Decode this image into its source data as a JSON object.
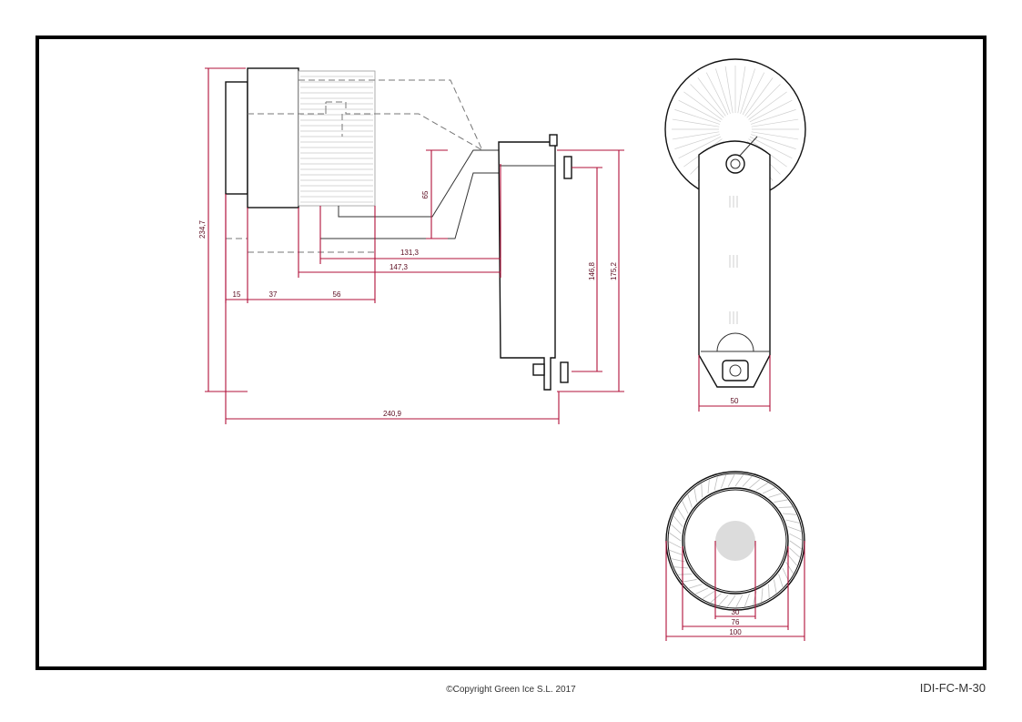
{
  "drawing": {
    "copyright": "©Copyright Green Ice S.L. 2017",
    "code": "IDI-FC-M-30"
  },
  "dimensions": {
    "side": {
      "d234_7": "234,7",
      "d65": "65",
      "d131_3": "131,3",
      "d147_3": "147,3",
      "d15": "15",
      "d37": "37",
      "d56": "56",
      "d146_8": "146,8",
      "d175_2": "175,2",
      "d240_9": "240,9"
    },
    "back": {
      "d50": "50"
    },
    "front": {
      "d30": "30",
      "d76": "76",
      "d100": "100"
    }
  },
  "colors": {
    "dimension": "#b0103a",
    "outline": "#111111",
    "hidden": "#777777"
  }
}
